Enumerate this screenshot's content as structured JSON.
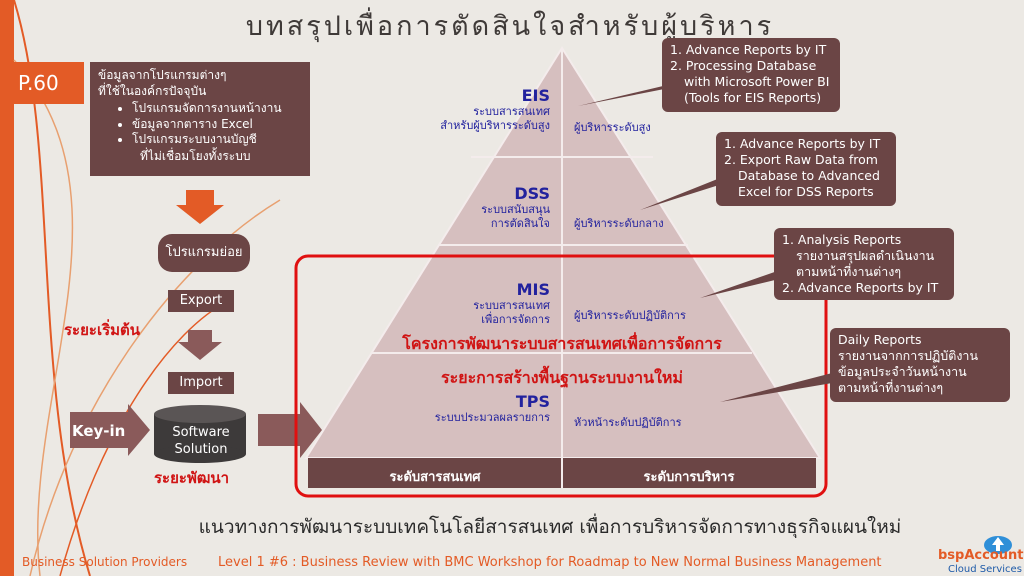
{
  "title": "บทสรุปเพื่อการตัดสินใจสำหรับผู้บริหาร",
  "page_badge": "P.60",
  "info_box": {
    "line1": "ข้อมูลจากโปรแกรมต่างๆ",
    "line2": "ที่ใช้ในองค์กรปัจจุบัน",
    "items": [
      "โปรแกรมจัดการงานหน้างาน",
      "ข้อมูลจากตาราง Excel",
      "โปรแกรมระบบงานบัญชี",
      "ที่ไม่เชื่อมโยงทั้งระบบ"
    ]
  },
  "flow": {
    "sub_program": "โปรแกรมย่อย",
    "export": "Export",
    "import": "Import",
    "stage_start": "ระยะเริ่มต้น",
    "key_in": "Key-in",
    "software_line1": "Software",
    "software_line2": "Solution",
    "stage_dev": "ระยะพัฒนา"
  },
  "pyramid": {
    "eis": {
      "abbr": "EIS",
      "th1": "ระบบสารสนเทศ",
      "th2": "สำหรับผู้บริหารระดับสูง",
      "mgr": "ผู้บริหารระดับสูง"
    },
    "dss": {
      "abbr": "DSS",
      "th1": "ระบบสนับสนุน",
      "th2": "การตัดสินใจ",
      "mgr": "ผู้บริหารระดับกลาง"
    },
    "mis": {
      "abbr": "MIS",
      "th1": "ระบบสารสนเทศ",
      "th2": "เพื่อการจัดการ",
      "mgr": "ผู้บริหารระดับปฏิบัติการ"
    },
    "tps": {
      "abbr": "TPS",
      "th1": "ระบบประมวลผลรายการ",
      "mgr": "หัวหน้าระดับปฏิบัติการ"
    },
    "project_title": "โครงการพัฒนาระบบสารสนเทศเพื่อการจัดการ",
    "phase_title": "ระยะการสร้างพื้นฐานระบบงานใหม่",
    "footer_left": "ระดับสารสนเทศ",
    "footer_right": "ระดับการบริหาร"
  },
  "callouts": {
    "eis": [
      "1. Advance Reports by IT",
      "2. Processing Database",
      "with Microsoft Power BI",
      "(Tools for EIS Reports)"
    ],
    "dss": [
      "1. Advance Reports by IT",
      "2. Export Raw Data from",
      "Database to Advanced",
      "Excel for DSS Reports"
    ],
    "mis": [
      "1. Analysis Reports",
      "รายงานสรุปผลดำเนินงาน",
      "ตามหน้าที่งานต่างๆ",
      "2. Advance Reports by IT"
    ],
    "tps": [
      "Daily Reports",
      "รายงานจากการปฏิบัติงาน",
      "ข้อมูลประจำวันหน้างาน",
      "ตามหน้าที่งานต่างๆ"
    ]
  },
  "subtitle": "แนวทางการพัฒนาระบบเทคโนโลยีสารสนเทศ เพื่อการบริหารจัดการทางธุรกิจแผนใหม่",
  "footer": {
    "left": "Business Solution Providers",
    "middle": "Level 1 #6 : Business Review with BMC Workshop for Roadmap to New Normal Business Management",
    "logo_text": "bspAccount",
    "logo_sub": "Cloud Services"
  },
  "colors": {
    "accent": "#e35b26",
    "box": "#6b4545",
    "red": "#d01414",
    "navy": "#22229e",
    "pyramid": "#d6bfbf"
  }
}
